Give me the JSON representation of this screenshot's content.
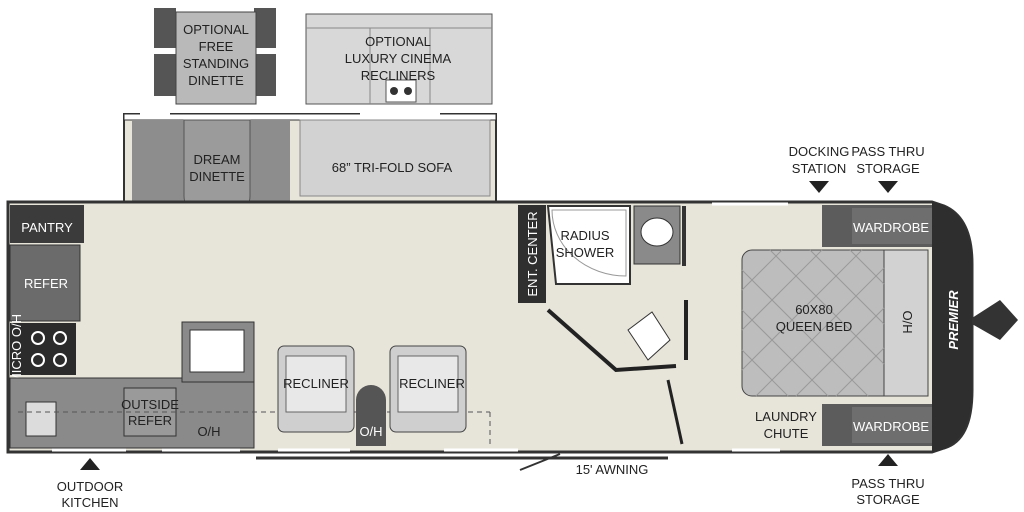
{
  "brand": {
    "logo_text": "PREMIER"
  },
  "colors": {
    "floor": "#e7e4da",
    "wall": "#ffffff",
    "outline": "#3a3a3a",
    "dark": "#3d3d3d",
    "cabinet": "#8a8a8a",
    "upholstery": "#cfcfcf",
    "bed": "#bdbdbd",
    "wardrobe": "#5a5a5a"
  },
  "labels": {
    "optional_dinette": [
      "OPTIONAL",
      "FREE",
      "STANDING",
      "DINETTE"
    ],
    "optional_recliners": [
      "OPTIONAL",
      "LUXURY CINEMA",
      "RECLINERS"
    ],
    "dream_dinette": [
      "DREAM",
      "DINETTE"
    ],
    "sofa": "68” TRI-FOLD SOFA",
    "pantry": "PANTRY",
    "refer": "REFER",
    "micro_oh": "MICRO O/H",
    "outside_refer": [
      "OUTSIDE",
      "REFER"
    ],
    "oh_kitchen": "O/H",
    "recliner_left": "RECLINER",
    "recliner_right": "RECLINER",
    "oh_middle": "O/H",
    "ent_center": "ENT. CENTER",
    "radius_shower": [
      "RADIUS",
      "SHOWER"
    ],
    "docking_station": [
      "DOCKING",
      "STATION"
    ],
    "pass_thru_top": [
      "PASS THRU",
      "STORAGE"
    ],
    "wardrobe_top": "WARDROBE",
    "bed": [
      "60X80",
      "QUEEN BED"
    ],
    "ho": "H/O",
    "laundry_chute": [
      "LAUNDRY",
      "CHUTE"
    ],
    "wardrobe_bottom": "WARDROBE",
    "pass_thru_bottom": [
      "PASS THRU",
      "STORAGE"
    ],
    "awning": "15' AWNING",
    "outdoor_kitchen": [
      "OUTDOOR",
      "KITCHEN"
    ]
  }
}
